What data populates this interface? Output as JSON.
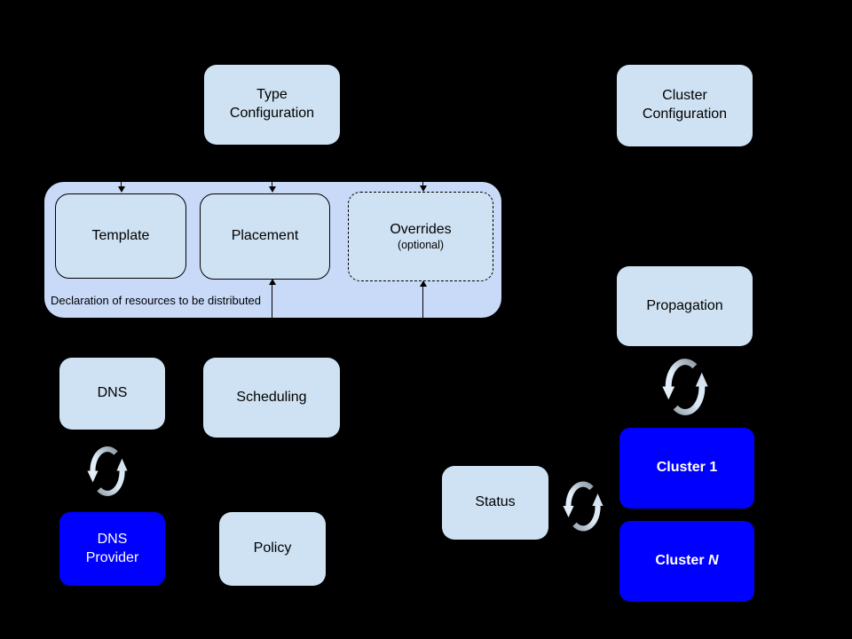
{
  "diagram": {
    "background": "#000000",
    "colors": {
      "light_box": "#cfe2f3",
      "group_container": "#c9daf8",
      "highlight_box": "#0000ff",
      "text_dark": "#000000",
      "text_light": "#ffffff",
      "sync_arrow_gray": "#8e9ba6",
      "sync_arrow_light": "#d5e3f0"
    },
    "group": {
      "caption": "Declaration of resources to be distributed"
    },
    "nodes": {
      "type_configuration": {
        "label": "Type\nConfiguration"
      },
      "cluster_configuration": {
        "label": "Cluster\nConfiguration"
      },
      "template": {
        "label": "Template"
      },
      "placement": {
        "label": "Placement"
      },
      "overrides": {
        "label": "Overrides",
        "sublabel": "(optional)"
      },
      "dns": {
        "label": "DNS"
      },
      "scheduling": {
        "label": "Scheduling"
      },
      "dns_provider": {
        "label": "DNS\nProvider"
      },
      "policy": {
        "label": "Policy"
      },
      "propagation": {
        "label": "Propagation"
      },
      "status": {
        "label": "Status"
      },
      "cluster_1": {
        "prefix": "Cluster ",
        "suffix": "1"
      },
      "cluster_n": {
        "prefix": "Cluster ",
        "suffix": "N"
      }
    }
  }
}
